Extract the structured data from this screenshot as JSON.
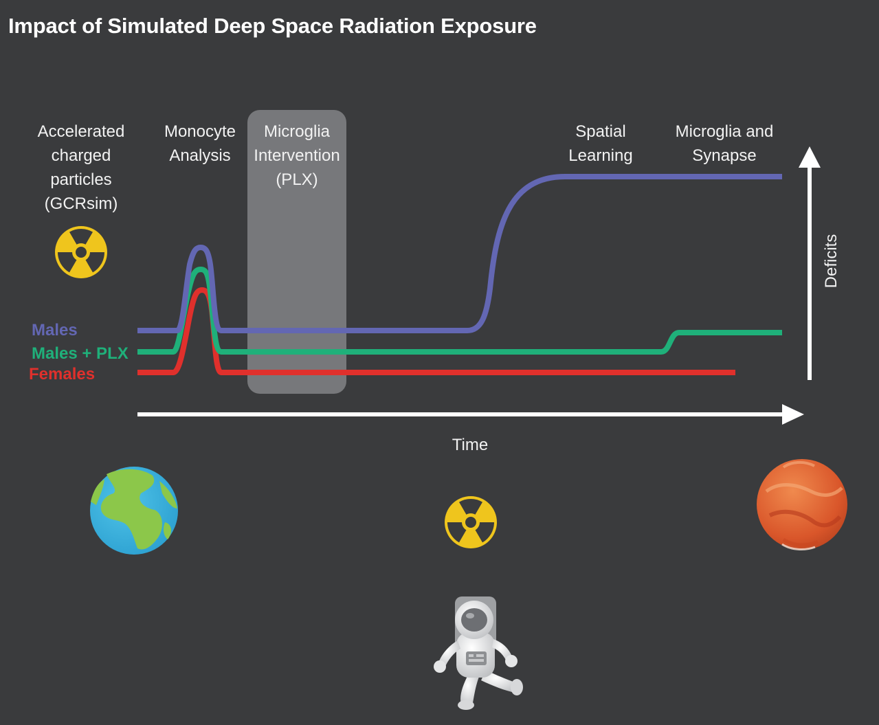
{
  "title": "Impact of Simulated Deep Space Radiation Exposure",
  "stages": {
    "radiation": [
      "Accelerated",
      "charged",
      "particles",
      "(GCRsim)"
    ],
    "monocyte": [
      "Monocyte",
      "Analysis"
    ],
    "intervention": [
      "Microglia",
      "Intervention",
      "(PLX)"
    ],
    "spatial": [
      "Spatial",
      "Learning"
    ],
    "synapse": [
      "Microglia and",
      "Synapse"
    ]
  },
  "legend": {
    "males": "Males",
    "males_plx": "Males + PLX",
    "females": "Females"
  },
  "axes": {
    "x": "Time",
    "y": "Deficits"
  },
  "colors": {
    "background": "#3a3b3d",
    "males": "#6367b3",
    "males_plx": "#1fb07a",
    "females": "#e0302c",
    "intervention_box": "#7d7e80",
    "radiation_yellow": "#efc51d"
  },
  "icons": {
    "radiation_top": "radiation-icon",
    "radiation_middle": "radiation-icon",
    "earth": "earth-icon",
    "mars": "mars-icon",
    "astronaut": "astronaut-icon"
  }
}
